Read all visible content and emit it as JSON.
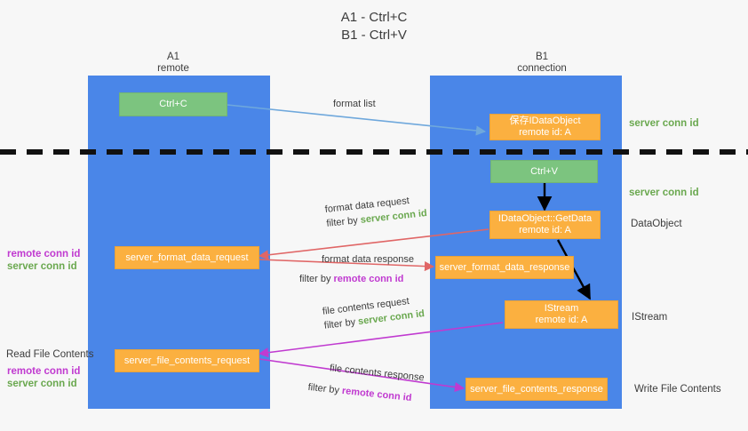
{
  "title": {
    "line1": "A1 - Ctrl+C",
    "line2": "B1 - Ctrl+V"
  },
  "columns": [
    {
      "name": "A1",
      "sub": "remote"
    },
    {
      "name": "B1",
      "sub": "connection"
    }
  ],
  "colors": {
    "lane": "#4a86e8",
    "green_box": "#7cc47f",
    "orange_box": "#fbb040",
    "server_conn_id": "#6aa84f",
    "remote_conn_id": "#c03ad0",
    "arrow_blue": "#6fa8dc",
    "arrow_red": "#e06666",
    "arrow_magenta": "#c03ad0",
    "arrow_black": "#000000",
    "background": "#f7f7f7",
    "text": "#3c3c3c"
  },
  "boxes": {
    "ctrl_c": "Ctrl+C",
    "ctrl_v": "Ctrl+V",
    "save_idataobject": {
      "line1": "保存IDataObject",
      "line2": "remote id: A"
    },
    "getdata": {
      "line1": "IDataObject::GetData",
      "line2": "remote id: A"
    },
    "istream": {
      "line1": "IStream",
      "line2": "remote id: A"
    },
    "server_format_data_request": "server_format_data_request",
    "server_format_data_response": "server_format_data_response",
    "server_file_contents_request": "server_file_contents_request",
    "server_file_contents_response": "server_file_contents_response"
  },
  "edge_labels": {
    "format_list": "format list",
    "format_data_request": {
      "line1": "format data request",
      "line2_prefix": "filter by ",
      "line2_token": "server conn id"
    },
    "format_data_response": {
      "line1": "format data response",
      "line2_prefix": "filter by ",
      "line2_token": "remote conn id"
    },
    "file_contents_request": {
      "line1": "file contents request",
      "line2_prefix": "filter by ",
      "line2_token": "server conn id"
    },
    "file_contents_response": {
      "line1": "file contents response",
      "line2_prefix": "filter by ",
      "line2_token": "remote conn id"
    }
  },
  "right_annotations": [
    {
      "text": "server conn id",
      "kind": "green"
    },
    {
      "text": "server conn id",
      "kind": "green"
    },
    {
      "text": "DataObject",
      "kind": "plain"
    },
    {
      "text": "IStream",
      "kind": "plain"
    },
    {
      "text": "Write File Contents",
      "kind": "plain"
    }
  ],
  "left_annotations": {
    "mid": {
      "remote": "remote conn id",
      "server": "server conn id"
    },
    "bottom_title": "Read File Contents",
    "bottom": {
      "remote": "remote conn id",
      "server": "server conn id"
    }
  }
}
